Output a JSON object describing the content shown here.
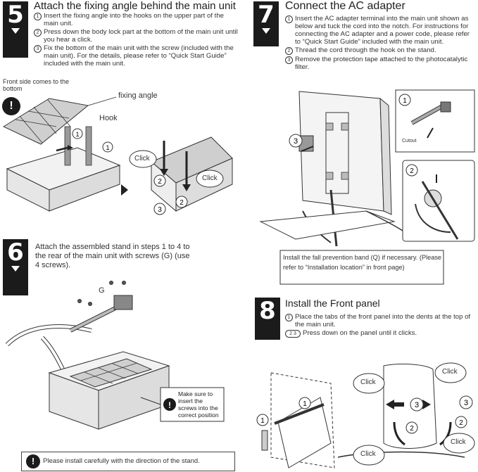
{
  "steps": {
    "s5": {
      "number": "5",
      "title": "Attach the fixing angle behind the main unit",
      "items": [
        {
          "n": "1",
          "text": "Insert the fixing angle into the hooks on the upper part of the main unit."
        },
        {
          "n": "2",
          "text": "Press down the body lock part at the bottom of the main unit until you hear a click."
        },
        {
          "n": "3",
          "text": "Fix the bottom of the main unit with the screw (included with the main unit). For the details, please refer to “Quick Start Guide” included with the main unit."
        }
      ],
      "front_side_label": "Front side comes to the bottom",
      "fixing_angle_label": "fixing angle",
      "hook_label": "Hook",
      "click_label": "Click"
    },
    "s6": {
      "number": "6",
      "title_line1": "Attach the assembled stand in steps 1 to 4 to",
      "title_line2": "the rear of the main unit with screws (G) (use",
      "title_line3": "4 screws).",
      "g_label": "G",
      "callout_text": "Make sure to insert the screws into the correct position",
      "bottom_note": "Please install carefully with the direction of the stand."
    },
    "s7": {
      "number": "7",
      "title": "Connect the AC adapter",
      "items": [
        {
          "n": "1",
          "text": "Insert the AC adapter terminal into the main unit shown as below and tuck the cord into the notch. For instructions for connecting the AC adapter and a power code, please refer to “Quick Start Guide” included with the main unit."
        },
        {
          "n": "2",
          "text": "Thread the cord through the hook on the stand."
        },
        {
          "n": "3",
          "text": "Remove the protection tape attached to the photocatalytic filter."
        }
      ],
      "cutout_label": "Cutout",
      "note": "Install the fall prevention band (Q) if necessary. (Please refer to “Installation location” in front page)"
    },
    "s8": {
      "number": "8",
      "title": "Install the Front panel",
      "items": [
        {
          "n": "1",
          "text": "Place the tabs of the front panel into the dents at the top of the main unit."
        },
        {
          "n": "2 3",
          "text": "Press down on the panel until it clicks."
        }
      ],
      "click_label": "Click"
    }
  },
  "colors": {
    "step_box": "#1b1b1b",
    "line": "#333333",
    "grey_fill": "#cfcfcf"
  }
}
